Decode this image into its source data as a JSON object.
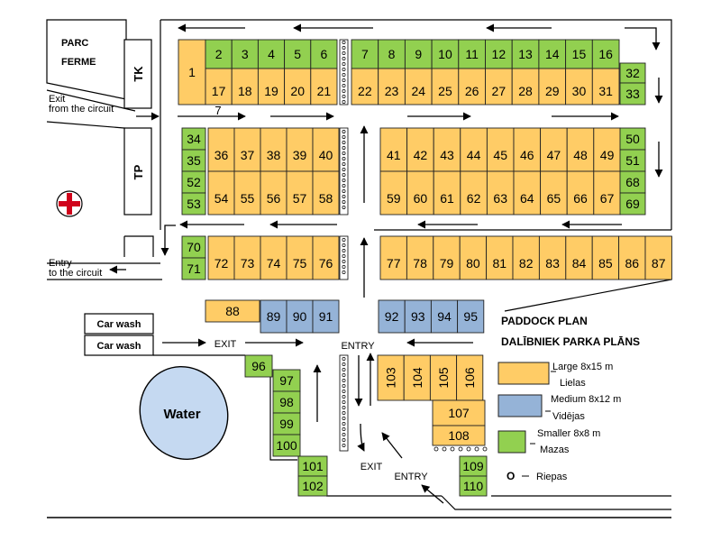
{
  "colors": {
    "large": "#FFCC66",
    "medium": "#95B3D7",
    "small": "#92D050",
    "water": "#C5D9F1",
    "stroke": "#222222",
    "cross": "#D0021B"
  },
  "labels": {
    "parc_ferme_1": "PARC",
    "parc_ferme_2": "FERME",
    "tk": "TK",
    "tp": "TP",
    "exit_circuit_1": "Exit",
    "exit_circuit_2": "from the circuit",
    "entry_circuit_1": "Entry",
    "entry_circuit_2": "to the circuit",
    "car_wash_1": "Car wash",
    "car_wash_2": "Car wash",
    "exit_upper": "EXIT",
    "entry_upper": "ENTRY",
    "exit_lower": "EXIT",
    "entry_lower": "ENTRY",
    "water": "Water",
    "lane_marker": "7"
  },
  "legend": {
    "title_1": "PADDOCK PLAN",
    "title_2": "DALĪBNIEK PARKA PLĀNS",
    "items": [
      {
        "type": "large",
        "en": "Large 8x15 m",
        "lv": "Lielas"
      },
      {
        "type": "medium",
        "en": "Medium 8x12 m",
        "lv": "Vidējas"
      },
      {
        "type": "small",
        "en": "Smaller 8x8 m",
        "lv": "Mazas"
      }
    ],
    "tyres_symbol": "O",
    "tyres_label": "Riepas"
  },
  "lots": [
    {
      "id": "1",
      "type": "large"
    },
    {
      "id": "2",
      "type": "small"
    },
    {
      "id": "3",
      "type": "small"
    },
    {
      "id": "4",
      "type": "small"
    },
    {
      "id": "5",
      "type": "small"
    },
    {
      "id": "6",
      "type": "small"
    },
    {
      "id": "7",
      "type": "small"
    },
    {
      "id": "8",
      "type": "small"
    },
    {
      "id": "9",
      "type": "small"
    },
    {
      "id": "10",
      "type": "small"
    },
    {
      "id": "11",
      "type": "small"
    },
    {
      "id": "12",
      "type": "small"
    },
    {
      "id": "13",
      "type": "small"
    },
    {
      "id": "14",
      "type": "small"
    },
    {
      "id": "15",
      "type": "small"
    },
    {
      "id": "16",
      "type": "small"
    },
    {
      "id": "17",
      "type": "large"
    },
    {
      "id": "18",
      "type": "large"
    },
    {
      "id": "19",
      "type": "large"
    },
    {
      "id": "20",
      "type": "large"
    },
    {
      "id": "21",
      "type": "large"
    },
    {
      "id": "22",
      "type": "large"
    },
    {
      "id": "23",
      "type": "large"
    },
    {
      "id": "24",
      "type": "large"
    },
    {
      "id": "25",
      "type": "large"
    },
    {
      "id": "26",
      "type": "large"
    },
    {
      "id": "27",
      "type": "large"
    },
    {
      "id": "28",
      "type": "large"
    },
    {
      "id": "29",
      "type": "large"
    },
    {
      "id": "30",
      "type": "large"
    },
    {
      "id": "31",
      "type": "large"
    },
    {
      "id": "32",
      "type": "small"
    },
    {
      "id": "33",
      "type": "small"
    },
    {
      "id": "34",
      "type": "small"
    },
    {
      "id": "35",
      "type": "small"
    },
    {
      "id": "36",
      "type": "large"
    },
    {
      "id": "37",
      "type": "large"
    },
    {
      "id": "38",
      "type": "large"
    },
    {
      "id": "39",
      "type": "large"
    },
    {
      "id": "40",
      "type": "large"
    },
    {
      "id": "41",
      "type": "large"
    },
    {
      "id": "42",
      "type": "large"
    },
    {
      "id": "43",
      "type": "large"
    },
    {
      "id": "44",
      "type": "large"
    },
    {
      "id": "45",
      "type": "large"
    },
    {
      "id": "46",
      "type": "large"
    },
    {
      "id": "47",
      "type": "large"
    },
    {
      "id": "48",
      "type": "large"
    },
    {
      "id": "49",
      "type": "large"
    },
    {
      "id": "50",
      "type": "small"
    },
    {
      "id": "51",
      "type": "small"
    },
    {
      "id": "52",
      "type": "small"
    },
    {
      "id": "53",
      "type": "small"
    },
    {
      "id": "54",
      "type": "large"
    },
    {
      "id": "55",
      "type": "large"
    },
    {
      "id": "56",
      "type": "large"
    },
    {
      "id": "57",
      "type": "large"
    },
    {
      "id": "58",
      "type": "large"
    },
    {
      "id": "59",
      "type": "large"
    },
    {
      "id": "60",
      "type": "large"
    },
    {
      "id": "61",
      "type": "large"
    },
    {
      "id": "62",
      "type": "large"
    },
    {
      "id": "63",
      "type": "large"
    },
    {
      "id": "64",
      "type": "large"
    },
    {
      "id": "65",
      "type": "large"
    },
    {
      "id": "66",
      "type": "large"
    },
    {
      "id": "67",
      "type": "large"
    },
    {
      "id": "68",
      "type": "small"
    },
    {
      "id": "69",
      "type": "small"
    },
    {
      "id": "70",
      "type": "small"
    },
    {
      "id": "71",
      "type": "small"
    },
    {
      "id": "72",
      "type": "large"
    },
    {
      "id": "73",
      "type": "large"
    },
    {
      "id": "74",
      "type": "large"
    },
    {
      "id": "75",
      "type": "large"
    },
    {
      "id": "76",
      "type": "large"
    },
    {
      "id": "77",
      "type": "large"
    },
    {
      "id": "78",
      "type": "large"
    },
    {
      "id": "79",
      "type": "large"
    },
    {
      "id": "80",
      "type": "large"
    },
    {
      "id": "81",
      "type": "large"
    },
    {
      "id": "82",
      "type": "large"
    },
    {
      "id": "83",
      "type": "large"
    },
    {
      "id": "84",
      "type": "large"
    },
    {
      "id": "85",
      "type": "large"
    },
    {
      "id": "86",
      "type": "large"
    },
    {
      "id": "87",
      "type": "large"
    },
    {
      "id": "88",
      "type": "large"
    },
    {
      "id": "89",
      "type": "medium"
    },
    {
      "id": "90",
      "type": "medium"
    },
    {
      "id": "91",
      "type": "medium"
    },
    {
      "id": "92",
      "type": "medium"
    },
    {
      "id": "93",
      "type": "medium"
    },
    {
      "id": "94",
      "type": "medium"
    },
    {
      "id": "95",
      "type": "medium"
    },
    {
      "id": "96",
      "type": "small"
    },
    {
      "id": "97",
      "type": "small"
    },
    {
      "id": "98",
      "type": "small"
    },
    {
      "id": "99",
      "type": "small"
    },
    {
      "id": "100",
      "type": "small"
    },
    {
      "id": "101",
      "type": "small"
    },
    {
      "id": "102",
      "type": "small"
    },
    {
      "id": "103",
      "type": "large"
    },
    {
      "id": "104",
      "type": "large"
    },
    {
      "id": "105",
      "type": "large"
    },
    {
      "id": "106",
      "type": "large"
    },
    {
      "id": "107",
      "type": "large"
    },
    {
      "id": "108",
      "type": "large"
    },
    {
      "id": "109",
      "type": "small"
    },
    {
      "id": "110",
      "type": "small"
    }
  ]
}
